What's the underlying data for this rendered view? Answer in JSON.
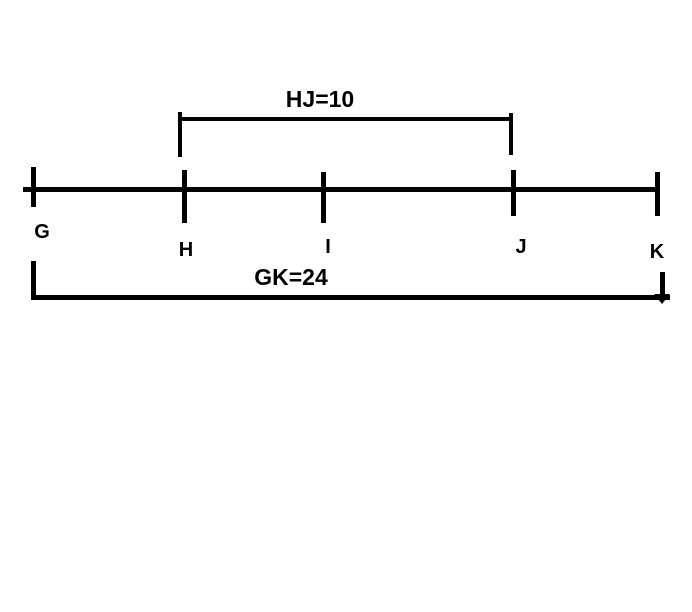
{
  "diagram": {
    "type": "segment-addition-number-line",
    "colors": {
      "line": "#000000",
      "background": "#ffffff"
    },
    "points": [
      {
        "label": "G"
      },
      {
        "label": "H"
      },
      {
        "label": "I"
      },
      {
        "label": "J"
      },
      {
        "label": "K"
      }
    ],
    "measurements": [
      {
        "label": "HJ=10",
        "from": "H",
        "to": "J",
        "value": 10,
        "position": "above"
      },
      {
        "label": "GK=24",
        "from": "G",
        "to": "K",
        "value": 24,
        "position": "below"
      }
    ]
  }
}
